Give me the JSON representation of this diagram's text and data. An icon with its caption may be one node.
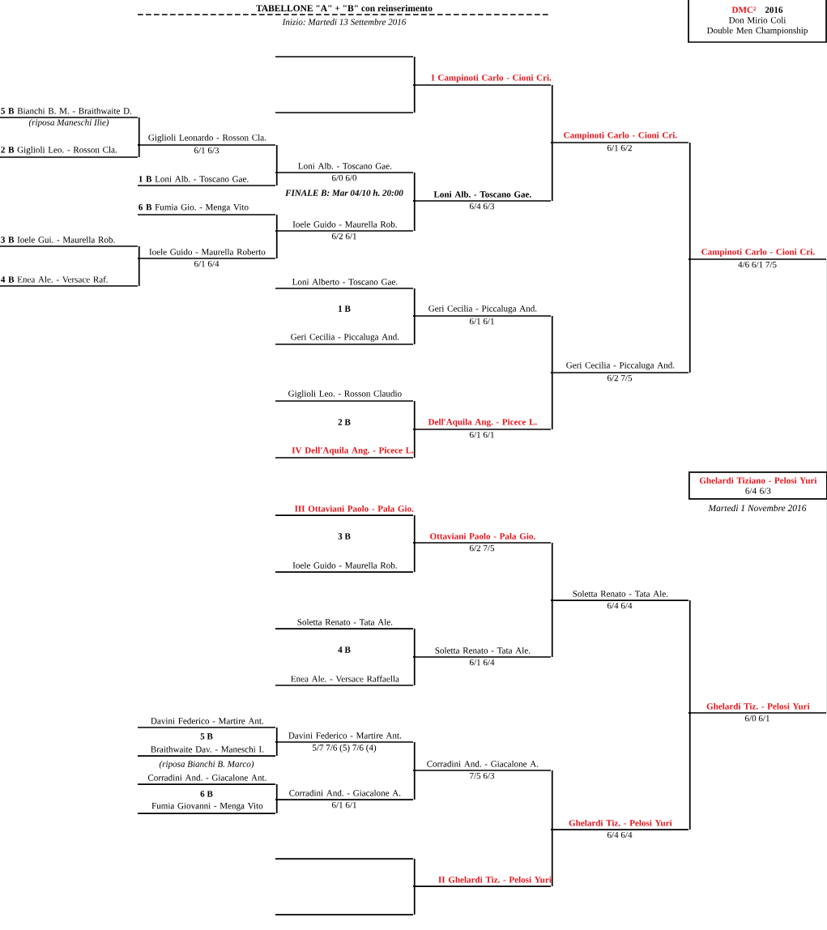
{
  "diagram": {
    "title": "TABELLONE \"A\" + \"B\" con reinserimento",
    "nodes": [
      {
        "text": [
          "DMC²",
          "2016",
          "Don Mirio Coli",
          "Double Men Championship"
        ]
      },
      {
        "text": [
          "**5 B** Bianchi B. M. - Braithwaite D."
        ]
      },
      {
        "text": [
          "**2 B** Giglioli Leo. - Rosson Cla."
        ]
      },
      {
        "text": [
          "**3 B** Ioele Gui. - Maurella Rob."
        ]
      },
      {
        "text": [
          "**4 B** Enea Ale. - Versace Raf."
        ]
      },
      {
        "text": [
          "Giglioli Leonardo - Rosson Cla.",
          "6/1 6/3"
        ]
      },
      {
        "text": [
          "**1 B** Loni Alb. - Toscano Gae."
        ]
      },
      {
        "text": [
          "**6 B** Fumia Gio. - Menga Vito"
        ]
      },
      {
        "text": [
          "Ioele Guido - Maurella Roberto",
          "6/1 6/4"
        ]
      },
      {
        "text": [],
        "shape": "line"
      },
      {
        "text": [],
        "shape": "line"
      },
      {
        "text": [
          "Loni Alb. - Toscano Gae.",
          "6/0 6/0"
        ]
      },
      {
        "text": [
          "Ioele Guido - Maurella Rob.",
          "6/2 6/1"
        ]
      },
      {
        "text": [
          "Loni Alberto - Toscano Gae."
        ]
      },
      {
        "text": [
          "Geri Cecilia - Piccaluga And."
        ]
      },
      {
        "text": [
          "Giglioli Leo. - Rosson Claudio"
        ]
      },
      {
        "text": [
          "IV Dell'Aquila Ang. - Picece L."
        ]
      },
      {
        "text": [
          "III Ottaviani Paolo - Pala Gio."
        ]
      },
      {
        "text": [
          "Ioele Guido - Maurella Rob."
        ]
      },
      {
        "text": [
          "Soletta Renato - Tata Ale."
        ]
      },
      {
        "text": [
          "Enea Ale. - Versace Raffaella"
        ]
      },
      {
        "text": [],
        "shape": "line"
      },
      {
        "text": [],
        "shape": "line"
      },
      {
        "text": [
          "Davini Federico - Martire Ant."
        ]
      },
      {
        "text": [
          "Braithwaite Dav. - Maneschi I."
        ]
      },
      {
        "text": [
          "Corradini And. - Giacalone Ant."
        ]
      },
      {
        "text": [
          "Fumia Giovanni - Menga Vito"
        ]
      },
      {
        "text": [
          "Davini Federico - Martire Ant.",
          "5/7 7/6 (5) 7/6 (4)"
        ]
      },
      {
        "text": [
          "Corradini And. - Giacalone A.",
          "6/1 6/1"
        ]
      },
      {
        "text": [
          "I Campinoti Carlo - Cioni Cri."
        ]
      },
      {
        "text": [
          "Loni Alb. - Toscano Gae.",
          "6/4 6/3"
        ]
      },
      {
        "text": [
          "Geri Cecilia - Piccaluga And.",
          "6/1 6/1"
        ]
      },
      {
        "text": [
          "Dell'Aquila Ang. - Picece L.",
          "6/1 6/1"
        ]
      },
      {
        "text": [
          "Ottaviani Paolo - Pala Gio.",
          "6/2 7/5"
        ]
      },
      {
        "text": [
          "Soletta Renato - Tata Ale.",
          "6/1 6/4"
        ]
      },
      {
        "text": [
          "Corradini And. - Giacalone A.",
          "7/5 6/3"
        ]
      },
      {
        "text": [
          "II Ghelardi Tiz. - Pelosi Yuri"
        ]
      },
      {
        "text": [
          "Campinoti Carlo - Cioni Cri.",
          "6/1 6/2"
        ]
      },
      {
        "text": [
          "Geri Cecilia - Piccaluga And.",
          "6/2 7/5"
        ]
      },
      {
        "text": [
          "Soletta Renato - Tata Ale.",
          "6/4 6/4"
        ]
      },
      {
        "text": [
          "Ghelardi Tiz. - Pelosi Yuri",
          "6/4 6/4"
        ]
      },
      {
        "text": [
          "Campinoti Carlo - Cioni Cri.",
          "4/6 6/1 7/5"
        ]
      },
      {
        "text": [
          "Ghelardi Tiz. - Pelosi Yuri",
          "6/0 6/1"
        ]
      },
      {
        "text": [
          "Ghelardi Tiziano - Pelosi Yuri",
          "6/4 6/3"
        ],
        "beside": [
          "Martedi 1 Novembre 2016"
        ]
      }
    ],
    "edges": [
      {
        "from": 1,
        "to": 5,
        "arrow": "none"
      },
      {
        "from": 2,
        "to": 5,
        "arrow": "none"
      },
      {
        "from": 3,
        "to": 8,
        "arrow": "none"
      },
      {
        "from": 4,
        "to": 8,
        "arrow": "none"
      },
      {
        "from": 5,
        "to": 11,
        "arrow": "none"
      },
      {
        "from": 6,
        "to": 11,
        "arrow": "none"
      },
      {
        "from": 7,
        "to": 12,
        "arrow": "none"
      },
      {
        "from": 8,
        "to": 12,
        "arrow": "none"
      },
      {
        "from": 9,
        "to": 29,
        "arrow": "none"
      },
      {
        "from": 10,
        "to": 29,
        "arrow": "none"
      },
      {
        "from": 11,
        "to": 30,
        "arrow": "none"
      },
      {
        "from": 12,
        "to": 30,
        "arrow": "none"
      },
      {
        "from": 13,
        "to": 31,
        "arrow": "none"
      },
      {
        "from": 14,
        "to": 31,
        "arrow": "none"
      },
      {
        "from": 15,
        "to": 32,
        "arrow": "none"
      },
      {
        "from": 16,
        "to": 32,
        "arrow": "none"
      },
      {
        "from": 17,
        "to": 33,
        "arrow": "none"
      },
      {
        "from": 18,
        "to": 33,
        "arrow": "none"
      },
      {
        "from": 19,
        "to": 34,
        "arrow": "none"
      },
      {
        "from": 20,
        "to": 34,
        "arrow": "none"
      },
      {
        "from": 23,
        "to": 27,
        "arrow": "none"
      },
      {
        "from": 24,
        "to": 27,
        "arrow": "none"
      },
      {
        "from": 25,
        "to": 28,
        "arrow": "none"
      },
      {
        "from": 26,
        "to": 28,
        "arrow": "none"
      },
      {
        "from": 27,
        "to": 35,
        "arrow": "none"
      },
      {
        "from": 28,
        "to": 35,
        "arrow": "none"
      },
      {
        "from": 21,
        "to": 36,
        "arrow": "none"
      },
      {
        "from": 22,
        "to": 36,
        "arrow": "none"
      },
      {
        "from": 29,
        "to": 37,
        "arrow": "none"
      },
      {
        "from": 30,
        "to": 37,
        "arrow": "none"
      },
      {
        "from": 31,
        "to": 38,
        "arrow": "none"
      },
      {
        "from": 32,
        "to": 38,
        "arrow": "none"
      },
      {
        "from": 33,
        "to": 39,
        "arrow": "none"
      },
      {
        "from": 34,
        "to": 39,
        "arrow": "none"
      },
      {
        "from": 35,
        "to": 40,
        "arrow": "none"
      },
      {
        "from": 36,
        "to": 40,
        "arrow": "none"
      },
      {
        "from": 37,
        "to": 41,
        "arrow": "none"
      },
      {
        "from": 38,
        "to": 41,
        "arrow": "none"
      },
      {
        "from": 39,
        "to": 42,
        "arrow": "none"
      },
      {
        "from": 40,
        "to": 42,
        "arrow": "none"
      },
      {
        "from": 41,
        "to": 43,
        "arrow": "none"
      },
      {
        "from": 42,
        "to": 43,
        "arrow": "none"
      }
    ],
    "labels": [
      "Inizio: Martedi 13 Settembre 2016",
      "(riposa Maneschi Ilie)",
      "FINALE B: Mar 04/10 h. 20:00",
      "1 B",
      "2 B",
      "3 B",
      "4 B",
      "5 B",
      "(riposa Bianchi B. Marco)",
      "6 B"
    ]
  }
}
